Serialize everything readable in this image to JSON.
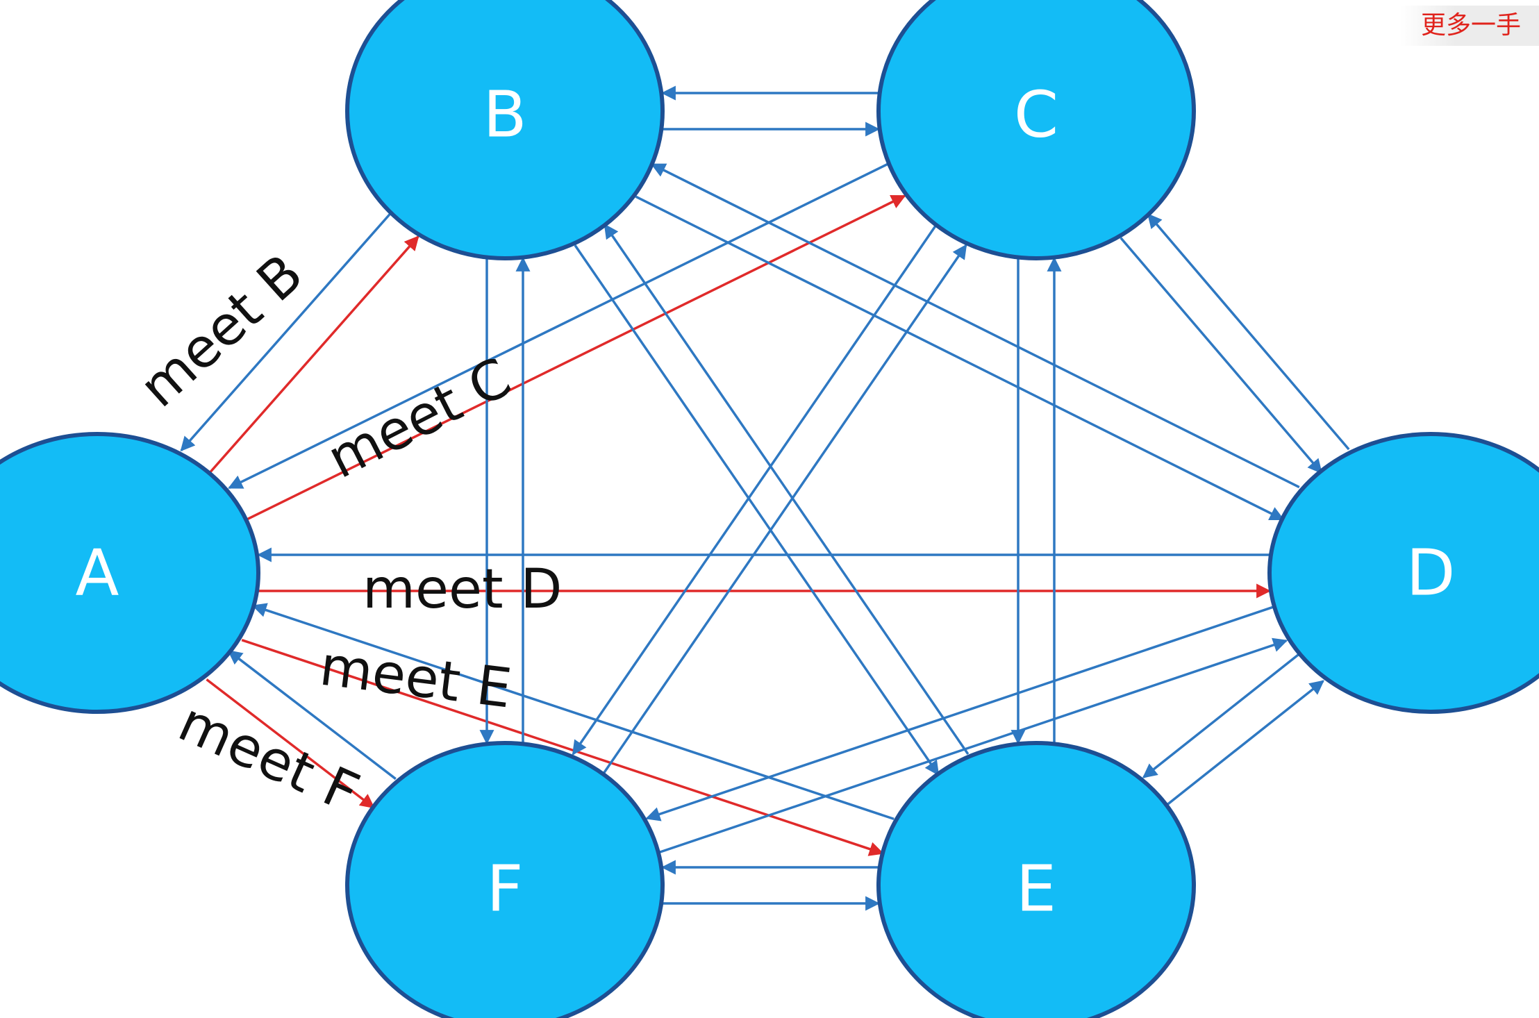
{
  "watermark": "更多一手",
  "nodes": [
    {
      "id": "A",
      "label": "A"
    },
    {
      "id": "B",
      "label": "B"
    },
    {
      "id": "C",
      "label": "C"
    },
    {
      "id": "D",
      "label": "D"
    },
    {
      "id": "E",
      "label": "E"
    },
    {
      "id": "F",
      "label": "F"
    }
  ],
  "meet_labels": {
    "B": "meet B",
    "C": "meet C",
    "D": "meet D",
    "E": "meet E",
    "F": "meet F"
  },
  "edges": [
    {
      "from": "A",
      "to": "B",
      "color": "red"
    },
    {
      "from": "A",
      "to": "C",
      "color": "red"
    },
    {
      "from": "A",
      "to": "D",
      "color": "red"
    },
    {
      "from": "A",
      "to": "E",
      "color": "red"
    },
    {
      "from": "A",
      "to": "F",
      "color": "red"
    },
    {
      "from": "B",
      "to": "A",
      "color": "blue"
    },
    {
      "from": "C",
      "to": "A",
      "color": "blue"
    },
    {
      "from": "D",
      "to": "A",
      "color": "blue"
    },
    {
      "from": "E",
      "to": "A",
      "color": "blue"
    },
    {
      "from": "F",
      "to": "A",
      "color": "blue"
    },
    {
      "from": "B",
      "to": "C",
      "color": "blue"
    },
    {
      "from": "C",
      "to": "B",
      "color": "blue"
    },
    {
      "from": "B",
      "to": "D",
      "color": "blue"
    },
    {
      "from": "D",
      "to": "B",
      "color": "blue"
    },
    {
      "from": "B",
      "to": "E",
      "color": "blue"
    },
    {
      "from": "E",
      "to": "B",
      "color": "blue"
    },
    {
      "from": "B",
      "to": "F",
      "color": "blue"
    },
    {
      "from": "F",
      "to": "B",
      "color": "blue"
    },
    {
      "from": "C",
      "to": "D",
      "color": "blue"
    },
    {
      "from": "D",
      "to": "C",
      "color": "blue"
    },
    {
      "from": "C",
      "to": "E",
      "color": "blue"
    },
    {
      "from": "E",
      "to": "C",
      "color": "blue"
    },
    {
      "from": "C",
      "to": "F",
      "color": "blue"
    },
    {
      "from": "F",
      "to": "C",
      "color": "blue"
    },
    {
      "from": "D",
      "to": "E",
      "color": "blue"
    },
    {
      "from": "E",
      "to": "D",
      "color": "blue"
    },
    {
      "from": "D",
      "to": "F",
      "color": "blue"
    },
    {
      "from": "F",
      "to": "D",
      "color": "blue"
    },
    {
      "from": "E",
      "to": "F",
      "color": "blue"
    },
    {
      "from": "F",
      "to": "E",
      "color": "blue"
    }
  ],
  "colors": {
    "node_fill": "#13bcf6",
    "node_stroke": "#1d4f93",
    "blue_edge": "#2e78c2",
    "red_edge": "#e02a2a",
    "meet_text": "#111111"
  }
}
